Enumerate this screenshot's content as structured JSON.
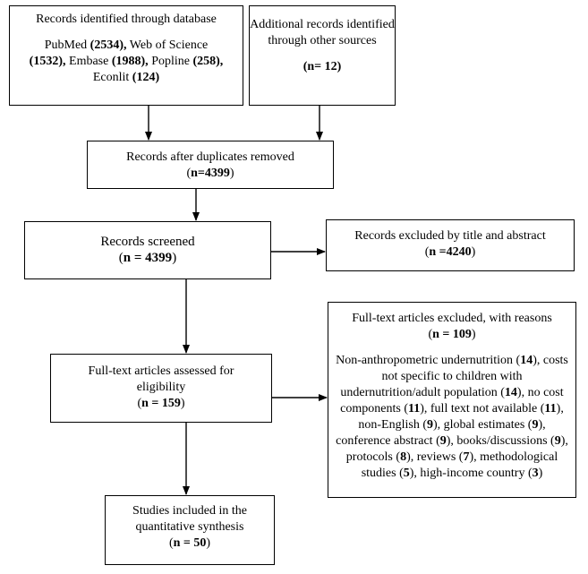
{
  "boxes": {
    "database": {
      "title": "Records identified through database",
      "sources": [
        {
          "name": "PubMed",
          "count": "2534"
        },
        {
          "name": "Web of Science",
          "count": "1532"
        },
        {
          "name": "Embase",
          "count": "1988"
        },
        {
          "name": "Popline",
          "count": "258"
        },
        {
          "name": "Econlit",
          "count": "124"
        }
      ]
    },
    "additional": {
      "title": "Additional records identified through other sources",
      "n": "n= 12"
    },
    "duplicates": {
      "title": "Records after duplicates removed",
      "n": "n=4399"
    },
    "screened": {
      "title": "Records screened",
      "n": "n = 4399"
    },
    "excluded_title": {
      "title": "Records excluded by title and abstract",
      "n": "n =4240"
    },
    "assessed": {
      "title": "Full-text articles assessed for eligibility",
      "n": "n = 159"
    },
    "excluded_fulltext": {
      "title": "Full-text articles excluded, with reasons",
      "n": "n = 109",
      "reasons": [
        {
          "label": "Non-anthropometric undernutrition",
          "count": "14"
        },
        {
          "label": "costs not specific to children with undernutrition/adult population",
          "count": "14"
        },
        {
          "label": "no cost components",
          "count": "11"
        },
        {
          "label": "full text not available",
          "count": "11"
        },
        {
          "label": "non-English",
          "count": "9"
        },
        {
          "label": "global estimates",
          "count": "9"
        },
        {
          "label": "conference abstract",
          "count": "9"
        },
        {
          "label": "books/discussions",
          "count": "9"
        },
        {
          "label": "protocols",
          "count": "8"
        },
        {
          "label": "reviews",
          "count": "7"
        },
        {
          "label": "methodological studies",
          "count": "5"
        },
        {
          "label": "high-income country",
          "count": "3"
        }
      ]
    },
    "included": {
      "title": "Studies included in the quantitative synthesis",
      "n": "n = 50"
    }
  }
}
